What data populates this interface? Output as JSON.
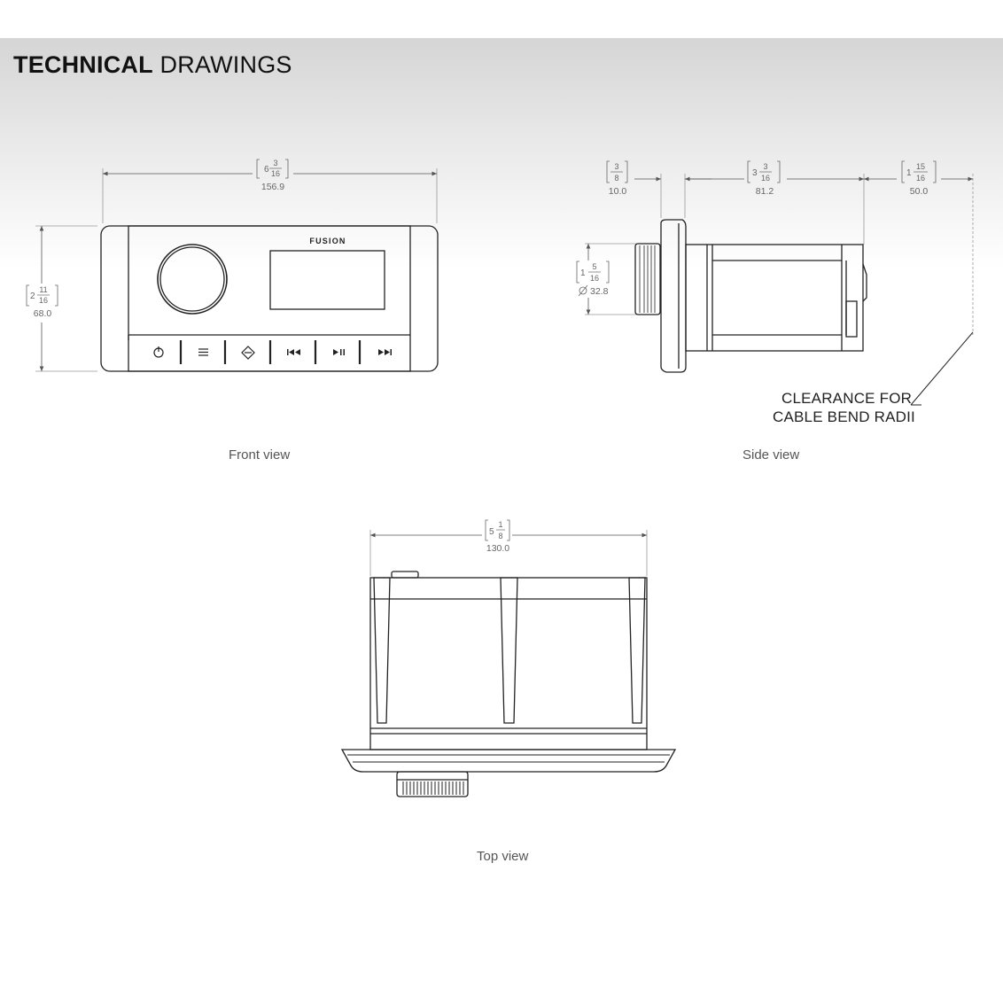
{
  "title": {
    "bold": "TECHNICAL",
    "light": "DRAWINGS"
  },
  "brand": "FUSION",
  "front": {
    "caption": "Front view",
    "width_in": {
      "whole": "6",
      "num": "3",
      "den": "16"
    },
    "width_mm": "156.9",
    "height_in": {
      "whole": "2",
      "num": "11",
      "den": "16"
    },
    "height_mm": "68.0"
  },
  "side": {
    "caption": "Side view",
    "bezel_in": {
      "whole": "",
      "num": "3",
      "den": "8"
    },
    "bezel_mm": "10.0",
    "body_in": {
      "whole": "3",
      "num": "3",
      "den": "16"
    },
    "body_mm": "81.2",
    "clear_in": {
      "whole": "1",
      "num": "15",
      "den": "16"
    },
    "clear_mm": "50.0",
    "knob_in": {
      "whole": "1",
      "num": "5",
      "den": "16"
    },
    "knob_mm": "32.8",
    "clearance_line1": "CLEARANCE FOR",
    "clearance_line2": "CABLE BEND RADII"
  },
  "top": {
    "caption": "Top view",
    "width_in": {
      "whole": "5",
      "num": "1",
      "den": "8"
    },
    "width_mm": "130.0"
  }
}
